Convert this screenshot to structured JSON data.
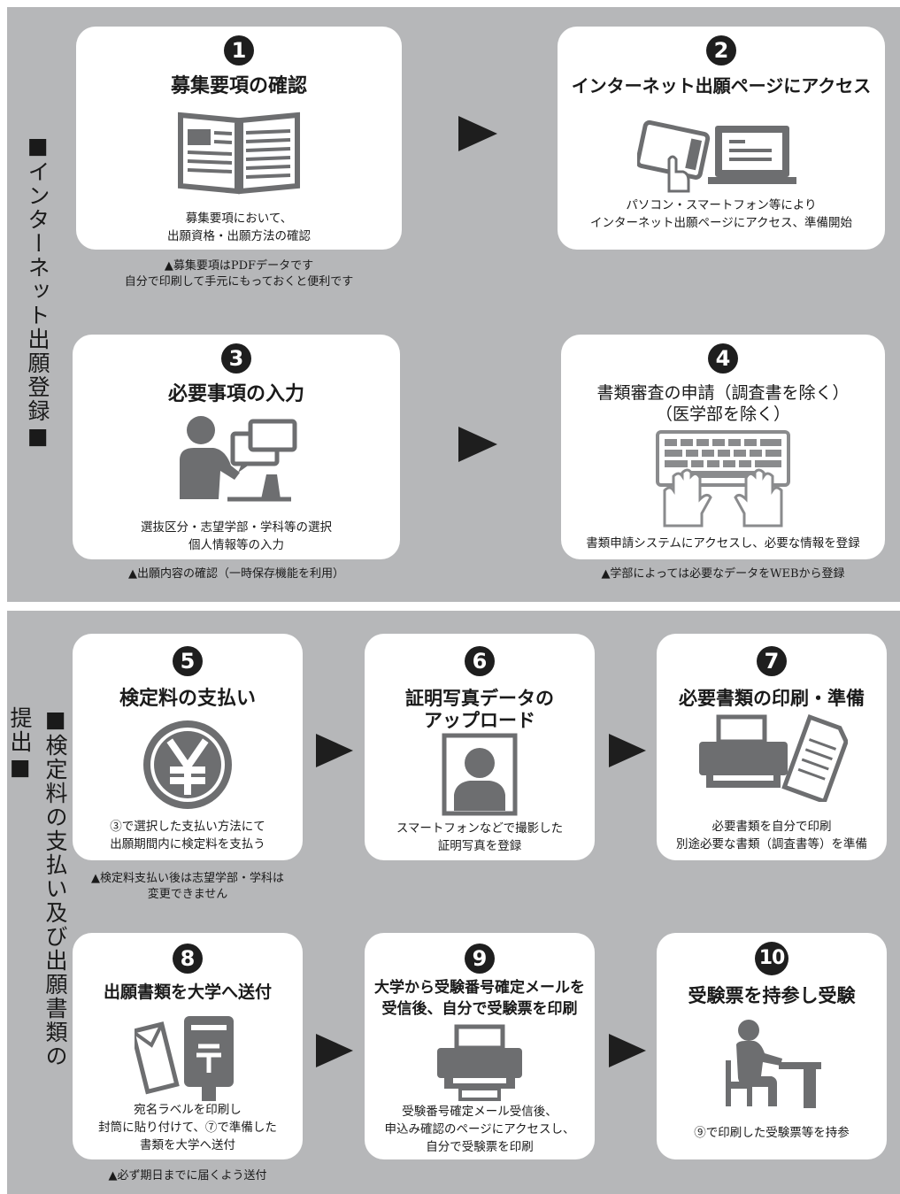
{
  "colors": {
    "panel_bg": "#b6b7b9",
    "card_bg": "#ffffff",
    "ink": "#1e1e1e",
    "icon_gray": "#6d6e70"
  },
  "section1": {
    "label": "■インターネット出願登録■"
  },
  "section2": {
    "label": "■検定料の支払い及び出願書類の提出■"
  },
  "steps": [
    {
      "num": "1",
      "title": "募集要項の確認",
      "desc": "募集要項において、\n出願資格・出願方法の確認",
      "note": "▲募集要項はPDFデータです\n自分で印刷して手元にもっておくと便利です",
      "icon": "open-book-icon"
    },
    {
      "num": "2",
      "title": "インターネット出願ページにアクセス",
      "desc": "パソコン・スマートフォン等により\nインターネット出願ページにアクセス、準備開始",
      "note": "",
      "icon": "tablet-laptop-icon"
    },
    {
      "num": "3",
      "title": "必要事項の入力",
      "desc": "選抜区分・志望学部・学科等の選択\n個人情報等の入力",
      "note": "▲出願内容の確認（一時保存機能を利用）",
      "icon": "person-at-computer-icon"
    },
    {
      "num": "4",
      "title": "書類審査の申請（調査書を除く）\n（医学部を除く）",
      "desc": "書類申請システムにアクセスし、必要な情報を登録",
      "note": "▲学部によっては必要なデータをWEBから登録",
      "icon": "keyboard-hands-icon"
    },
    {
      "num": "5",
      "title": "検定料の支払い",
      "desc": "③で選択した支払い方法にて\n出願期間内に検定料を支払う",
      "note": "▲検定料支払い後は志望学部・学科は\n変更できません",
      "icon": "yen-coin-icon"
    },
    {
      "num": "6",
      "title": "証明写真データの\nアップロード",
      "desc": "スマートフォンなどで撮影した\n証明写真を登録",
      "note": "",
      "icon": "id-photo-icon"
    },
    {
      "num": "7",
      "title": "必要書類の印刷・準備",
      "desc": "必要書類を自分で印刷\n別途必要な書類（調査書等）を準備",
      "note": "",
      "icon": "printer-document-icon"
    },
    {
      "num": "8",
      "title": "出願書類を大学へ送付",
      "desc": "宛名ラベルを印刷し\n封筒に貼り付けて、⑦で準備した\n書類を大学へ送付",
      "note": "▲必ず期日までに届くよう送付",
      "icon": "envelope-postbox-icon"
    },
    {
      "num": "9",
      "title": "大学から受験番号確定メールを\n受信後、自分で受験票を印刷",
      "desc": "受験番号確定メール受信後、\n申込み確認のページにアクセスし、\n自分で受験票を印刷",
      "note": "",
      "icon": "printer-icon"
    },
    {
      "num": "10",
      "title": "受験票を持参し受験",
      "desc": "⑨で印刷した受験票等を持参",
      "note": "",
      "icon": "person-at-desk-icon"
    }
  ]
}
